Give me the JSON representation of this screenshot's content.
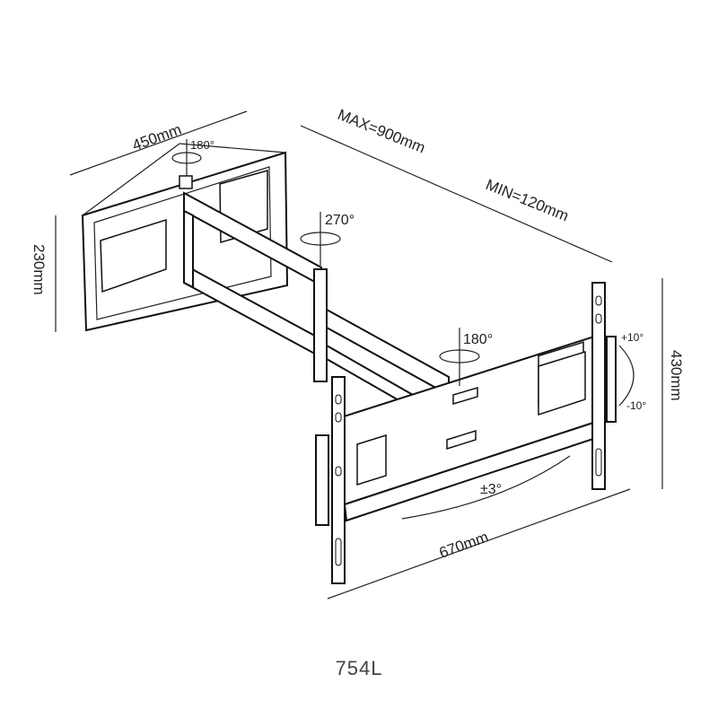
{
  "diagram": {
    "dimensions": {
      "wall_plate_width": "450mm",
      "wall_plate_height": "230mm",
      "arm_max": "MAX=900mm",
      "arm_min": "MIN=120mm",
      "tv_plate_width": "670mm",
      "tv_plate_height": "430mm"
    },
    "rotations": {
      "wall_swivel": "180°",
      "arm_swivel": "270°",
      "tv_swivel": "180°",
      "tilt_up": "+10°",
      "tilt_down": "-10°",
      "level_adjust": "±3°"
    },
    "model": "754L"
  }
}
